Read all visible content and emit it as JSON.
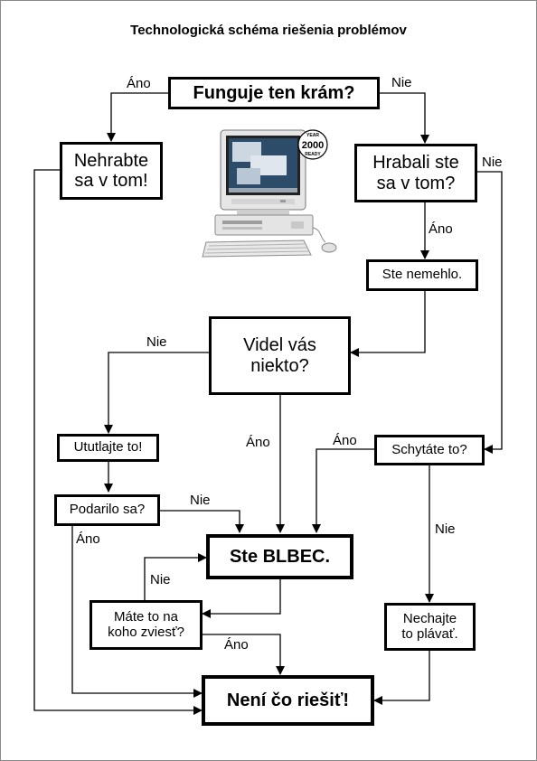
{
  "title": "Technologická schéma riešenia problémov",
  "nodes": {
    "funguje": "Funguje ten krám?",
    "nehrabte_1": "Nehrabte",
    "nehrabte_2": "sa v tom!",
    "hrabali_1": "Hrabali ste",
    "hrabali_2": "sa v tom?",
    "nemehlo": "Ste nemehlo.",
    "videl_1": "Videl vás",
    "videl_2": "niekto?",
    "ututlajte": "Ututlajte to!",
    "schytate": "Schytáte to?",
    "podarilo": "Podarilo sa?",
    "blbec": "Ste BLBEC.",
    "mate_1": "Máte to na",
    "mate_2": "koho zviesť?",
    "nechajte_1": "Nechajte",
    "nechajte_2": "to plávať.",
    "neni": "Není čo riešiť!"
  },
  "edges": {
    "funguje_ano": "Áno",
    "funguje_nie": "Nie",
    "hrabali_nie": "Nie",
    "hrabali_ano": "Áno",
    "videl_nie": "Nie",
    "videl_ano": "Áno",
    "schytate_ano": "Áno",
    "schytate_nie": "Nie",
    "podarilo_nie": "Nie",
    "podarilo_ano": "Áno",
    "mate_nie": "Nie",
    "mate_ano": "Áno"
  },
  "illustration": {
    "icon": "computer-icon",
    "badge_year": "2000",
    "badge_top": "YEAR",
    "badge_bottom": "READY"
  }
}
